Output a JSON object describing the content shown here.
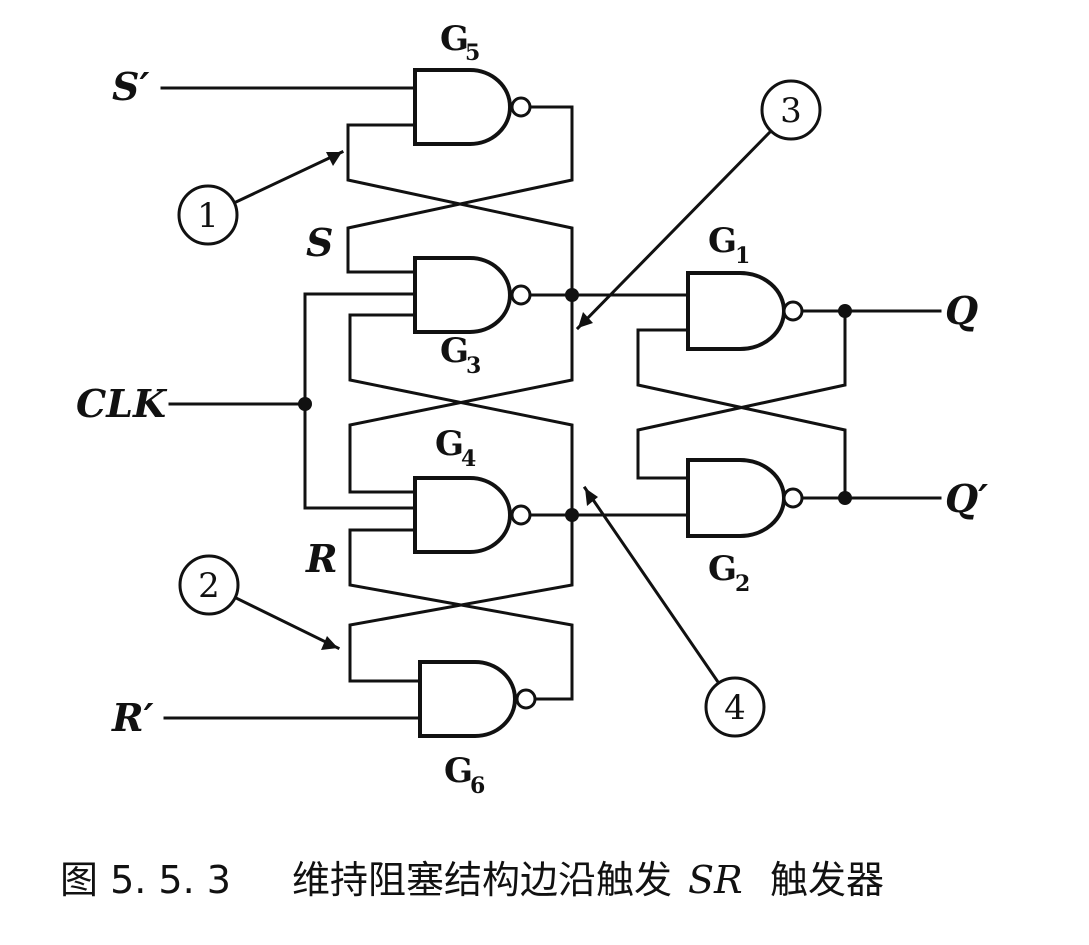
{
  "diagram": {
    "inputs": {
      "s_prime": "S′",
      "clk": "CLK",
      "r_prime": "R′"
    },
    "outputs": {
      "q": "Q",
      "q_prime": "Q′"
    },
    "nodes": {
      "s": "S",
      "r": "R"
    },
    "gates": {
      "g5": {
        "letter": "G",
        "sub": "5"
      },
      "g3": {
        "letter": "G",
        "sub": "3"
      },
      "g4": {
        "letter": "G",
        "sub": "4"
      },
      "g6": {
        "letter": "G",
        "sub": "6"
      },
      "g1": {
        "letter": "G",
        "sub": "1"
      },
      "g2": {
        "letter": "G",
        "sub": "2"
      }
    },
    "markers": [
      "1",
      "2",
      "3",
      "4"
    ]
  },
  "caption": {
    "figure_number": "图 5. 5. 3",
    "title_part1": "维持阻塞结构边沿触发",
    "title_italic": "SR",
    "title_part2": "触发器"
  }
}
